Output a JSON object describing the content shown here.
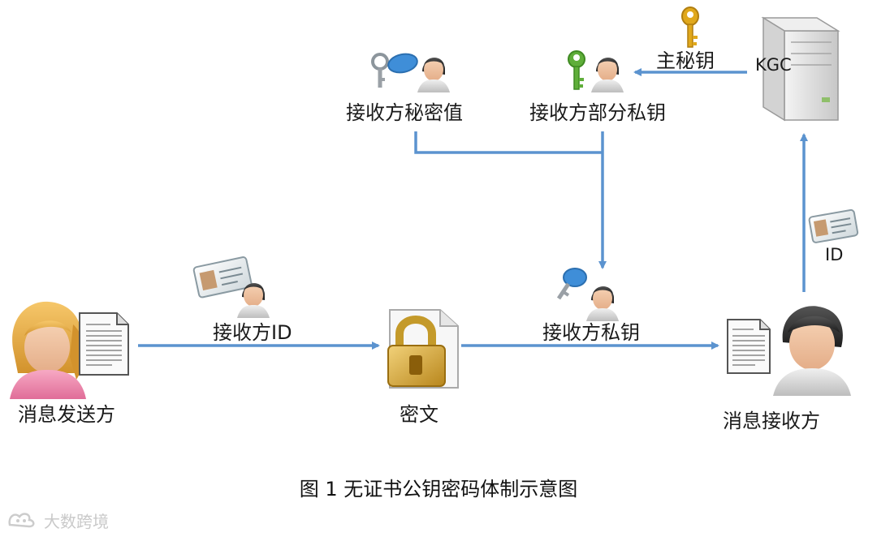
{
  "nodes": {
    "sender": "消息发送方",
    "ciphertext": "密文",
    "receiver": "消息接收方",
    "kgc": "KGC"
  },
  "labels": {
    "receiver_id": "接收方ID",
    "receiver_private_key": "接收方私钥",
    "receiver_secret_value": "接收方秘密值",
    "receiver_partial_private_key": "接收方部分私钥",
    "master_secret_key": "主秘钥",
    "id": "ID"
  },
  "caption": "图 1  无证书公钥密码体制示意图",
  "watermark": "大数跨境",
  "colors": {
    "arrow": "#5b93cf",
    "key_gold": "#e0a81c",
    "key_green": "#5fae3a",
    "key_blue": "#3f8ed8",
    "lock_gold": "#d9a62a"
  }
}
